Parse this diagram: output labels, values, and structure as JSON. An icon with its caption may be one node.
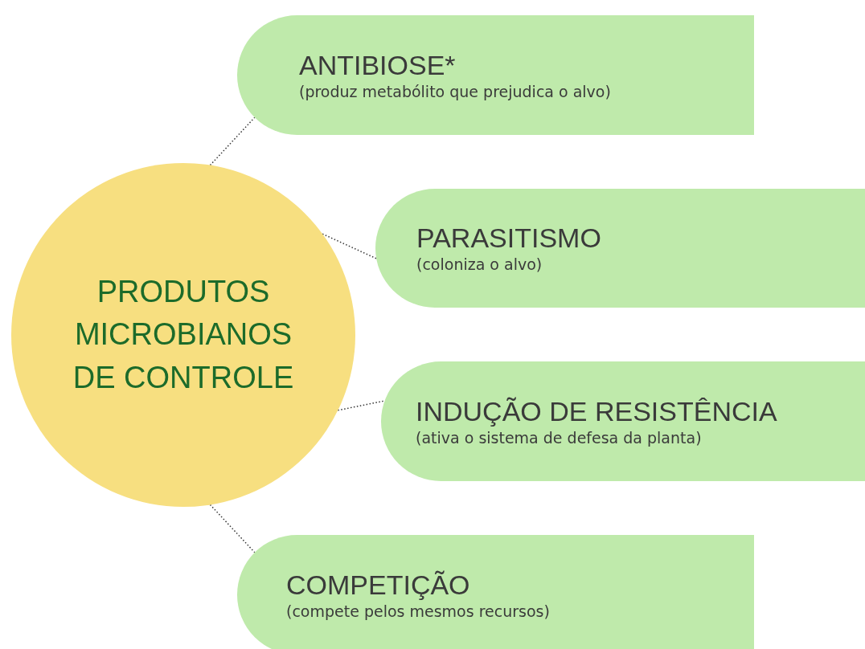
{
  "diagram": {
    "nodes": [
      {
        "text": [
          "PRODUTOS MICROBIANOS DE CONTROLE"
        ]
      },
      {
        "text": [
          "ANTIBIOSE*",
          "(produz metabólito que prejudica o alvo)"
        ]
      },
      {
        "text": [
          "PARASITISMO",
          "(coloniza o alvo)"
        ]
      },
      {
        "text": [
          "INDUÇÃO DE RESISTÊNCIA",
          "(ativa o sistema de defesa da planta)"
        ]
      },
      {
        "text": [
          "COMPETIÇÃO",
          "(compete pelos mesmos recursos)"
        ]
      }
    ],
    "edges": [
      {
        "from": 0,
        "to": 1,
        "arrow": "none",
        "style": "dashed"
      },
      {
        "from": 0,
        "to": 2,
        "arrow": "none",
        "style": "dashed"
      },
      {
        "from": 0,
        "to": 3,
        "arrow": "none",
        "style": "dashed"
      },
      {
        "from": 0,
        "to": 4,
        "arrow": "none",
        "style": "dashed"
      }
    ]
  }
}
